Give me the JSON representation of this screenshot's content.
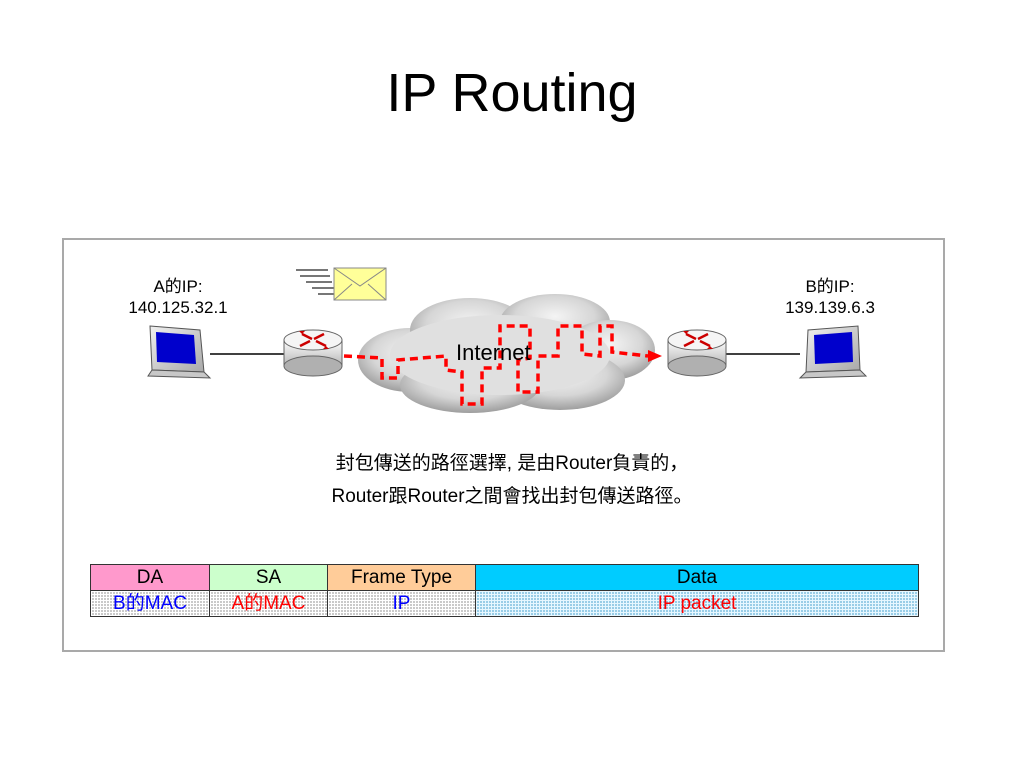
{
  "title": "IP Routing",
  "host_a": {
    "label": "A的IP:",
    "ip": "140.125.32.1"
  },
  "host_b": {
    "label": "B的IP:",
    "ip": "139.139.6.3"
  },
  "cloud_label": "Internet",
  "caption": {
    "line1": "封包傳送的路徑選擇, 是由Router負責的，",
    "line2": "Router跟Router之間會找出封包傳送路徑。"
  },
  "frame": {
    "headers": [
      "DA",
      "SA",
      "Frame Type",
      "Data"
    ],
    "values": [
      "B的MAC",
      "A的MAC",
      "IP",
      "IP packet"
    ]
  },
  "colors": {
    "path": "#ff0000",
    "da_header": "#ff99cc",
    "sa_header": "#ccffcc",
    "frametype_header": "#ffcc99",
    "data_header": "#00ccff",
    "monitor_screen": "#0000cc"
  }
}
